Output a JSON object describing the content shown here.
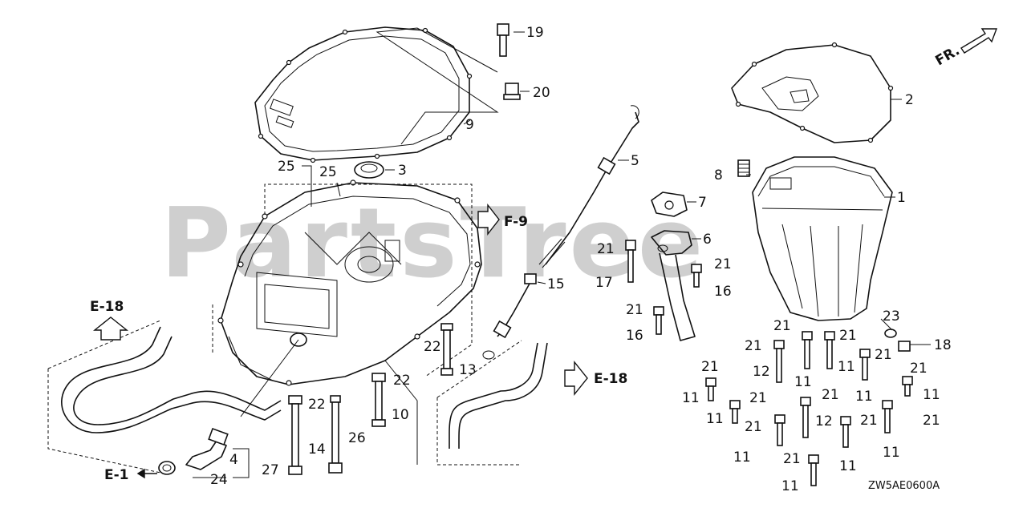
{
  "watermark": "PartsTree",
  "diagram_code": "ZW5AE0600A",
  "front_marker": "FR.",
  "refs": {
    "e18_left": "E-18",
    "e18_right": "E-18",
    "f9": "F-9",
    "e1": "E-1"
  },
  "callouts": {
    "p19": "19",
    "p20": "20",
    "p2": "2",
    "p9": "9",
    "p25a": "25",
    "p25b": "25",
    "p3": "3",
    "p5": "5",
    "p8": "8",
    "p1": "1",
    "p7": "7",
    "p6": "6",
    "p21a": "21",
    "p21b": "21",
    "p17": "17",
    "p16a": "16",
    "p21c": "21",
    "p16b": "16",
    "p15": "15",
    "p22a": "22",
    "p13": "13",
    "p22b": "22",
    "p22c": "22",
    "p10": "10",
    "p14": "14",
    "p26": "26",
    "p4": "4",
    "p27": "27",
    "p24": "24",
    "p23": "23",
    "p18": "18",
    "r21a": "21",
    "r21b": "21",
    "r21c": "21",
    "r21d": "21",
    "r21e": "21",
    "r21f": "21",
    "r21g": "21",
    "r21h": "21",
    "r21i": "21",
    "r21j": "21",
    "r21k": "21",
    "r21l": "21",
    "r11a": "11",
    "r11b": "11",
    "r11c": "11",
    "r11d": "11",
    "r11e": "11",
    "r11f": "11",
    "r11g": "11",
    "r11h": "11",
    "r11i": "11",
    "r11j": "11",
    "r12a": "12",
    "r12b": "12"
  }
}
